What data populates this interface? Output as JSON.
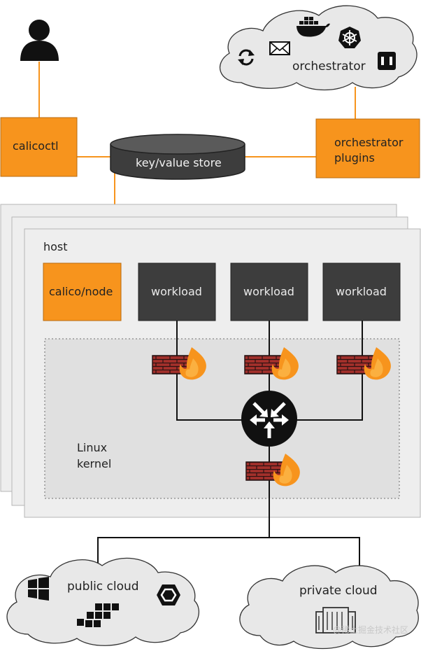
{
  "orchestrator": {
    "label": "orchestrator",
    "icons": [
      "refresh-arrows-icon",
      "envelope-icon",
      "docker-whale-icon",
      "kubernetes-helm-icon",
      "openshift-square-icon"
    ]
  },
  "user": {
    "icon": "user-silhouette-icon"
  },
  "calicoctl": {
    "label": "calicoctl"
  },
  "kv_store": {
    "label": "key/value store"
  },
  "orchestrator_plugins": {
    "line1": "orchestrator",
    "line2": "plugins"
  },
  "host": {
    "label": "host",
    "calico_node": "calico/node",
    "workloads": [
      "workload",
      "workload",
      "workload"
    ],
    "kernel_line1": "Linux",
    "kernel_line2": "kernel",
    "router_icon": "router-arrows-icon",
    "firewall_icon": "firewall-flame-icon"
  },
  "public_cloud": {
    "label": "public cloud",
    "icons": [
      "windows-icon",
      "gcp-hexagon-icon",
      "aws-cubes-icon"
    ]
  },
  "private_cloud": {
    "label": "private cloud",
    "icons": [
      "server-rack-icon"
    ]
  },
  "watermark": "@稀土掘金技术社区",
  "colors": {
    "accent": "#f7941d",
    "dark_box": "#3d3d3d",
    "brick": "#a0312c",
    "kernel_bg": "#e2e2e2"
  }
}
